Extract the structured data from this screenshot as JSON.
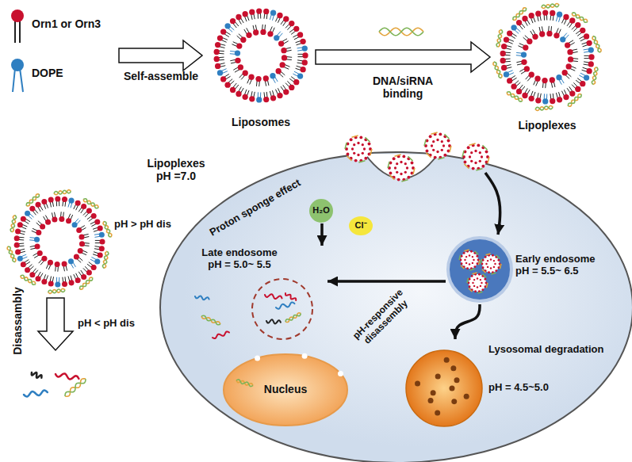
{
  "diagram": {
    "nodes": [
      {
        "text": [
          "Liposomes"
        ]
      },
      {
        "text": [
          "Lipoplexes"
        ]
      },
      {
        "text": [
          "Lipoplexes pH =7.0"
        ]
      },
      {
        "text": [
          "Early endosome pH = 5.5~ 6.5"
        ],
        "in": 2
      },
      {
        "text": [
          "Late endosome pH = 5.0~ 5.5"
        ],
        "in": 2
      },
      {
        "text": [
          "H₂O"
        ],
        "in": 2
      },
      {
        "text": [
          "Cl⁻"
        ],
        "in": 2
      },
      {
        "text": [
          "Lysosomal degradation",
          "pH = 4.5~5.0"
        ],
        "in": 2
      },
      {
        "text": [
          "Nucleus"
        ],
        "in": 2
      },
      {
        "text": [
          "pH > pH dis"
        ]
      }
    ],
    "edges": [
      {
        "from": 0,
        "to": 1,
        "arrow": "to",
        "label": "DNA/siRNA binding"
      },
      {
        "from": 3,
        "to": 4,
        "arrow": "to"
      },
      {
        "from": 3,
        "to": 7,
        "arrow": "to"
      },
      {
        "from": 5,
        "to": 4,
        "arrow": "to"
      }
    ],
    "labels": [
      "Self-assemble",
      "pH < pH dis",
      "Disassambly",
      "Proton sponge effect",
      "pH-responsive disassembly"
    ],
    "legend": [
      {
        "text": "Orn1 or Orn3"
      },
      {
        "text": "DOPE"
      }
    ]
  }
}
